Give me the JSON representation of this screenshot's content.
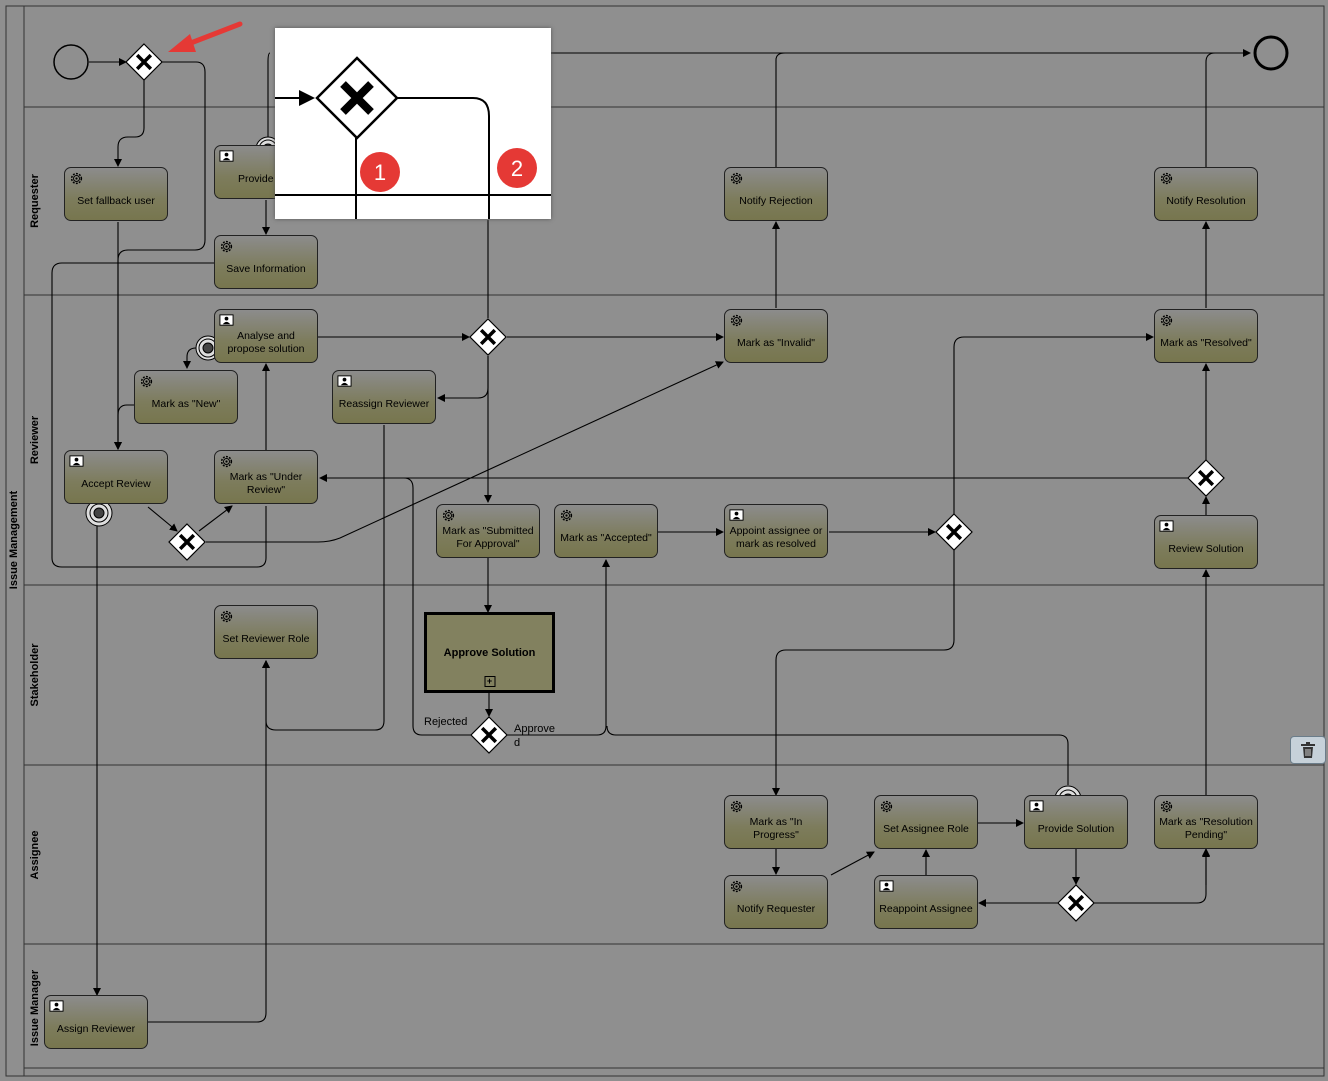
{
  "pool": {
    "label": "Issue Management"
  },
  "lanes": [
    "Requester",
    "Reviewer",
    "Stakeholder",
    "Assignee",
    "Issue Manager"
  ],
  "tasks": {
    "set_fallback_user": {
      "label": "Set fallback user",
      "icon": "gear-icon"
    },
    "provide_info": {
      "label": "Provide Info",
      "icon": "user-icon"
    },
    "save_information": {
      "label": "Save Information",
      "icon": "gear-icon"
    },
    "notify_rejection": {
      "label": "Notify Rejection",
      "icon": "gear-icon"
    },
    "notify_resolution": {
      "label": "Notify Resolution",
      "icon": "gear-icon"
    },
    "analyse": {
      "label": "Analyse and propose solution",
      "icon": "user-icon"
    },
    "mark_new": {
      "label": "Mark as \"New\"",
      "icon": "gear-icon"
    },
    "reassign_reviewer": {
      "label": "Reassign Reviewer",
      "icon": "user-icon"
    },
    "mark_invalid": {
      "label": "Mark as \"Invalid\"",
      "icon": "gear-icon"
    },
    "mark_resolved": {
      "label": "Mark as \"Resolved\"",
      "icon": "gear-icon"
    },
    "accept_review": {
      "label": "Accept Review",
      "icon": "user-icon"
    },
    "mark_under_review": {
      "label": "Mark as \"Under Review\"",
      "icon": "gear-icon"
    },
    "mark_submitted": {
      "label": "Mark as \"Submitted For Approval\"",
      "icon": "gear-icon"
    },
    "mark_accepted": {
      "label": "Mark as \"Accepted\"",
      "icon": "gear-icon"
    },
    "appoint_assignee": {
      "label": "Appoint assignee or mark as resolved",
      "icon": "user-icon"
    },
    "review_solution": {
      "label": "Review Solution",
      "icon": "user-icon"
    },
    "set_reviewer_role": {
      "label": "Set Reviewer Role",
      "icon": "gear-icon"
    },
    "mark_in_progress": {
      "label": "Mark as \"In Progress\"",
      "icon": "gear-icon"
    },
    "set_assignee_role": {
      "label": "Set Assignee Role",
      "icon": "gear-icon"
    },
    "provide_solution": {
      "label": "Provide Solution",
      "icon": "user-icon"
    },
    "mark_resolution_pending": {
      "label": "Mark as \"Resolution Pending\"",
      "icon": "gear-icon"
    },
    "notify_requester": {
      "label": "Notify Requester",
      "icon": "gear-icon"
    },
    "reappoint_assignee": {
      "label": "Reappoint Assignee",
      "icon": "user-icon"
    },
    "assign_reviewer": {
      "label": "Assign Reviewer",
      "icon": "user-icon"
    }
  },
  "subprocess": {
    "label": "Approve Solution",
    "marker": "+"
  },
  "gateway_labels": {
    "rejected": "Rejected",
    "approved_1": "Approve",
    "approved_2": "d"
  },
  "callouts": [
    "1",
    "2"
  ],
  "toolbar": {
    "delete_icon": "trash-icon"
  },
  "colors": {
    "task_fill": "#7d7c5c",
    "background": "#8f8f8f",
    "callout": "#e53935",
    "arrow": "#e53935"
  }
}
